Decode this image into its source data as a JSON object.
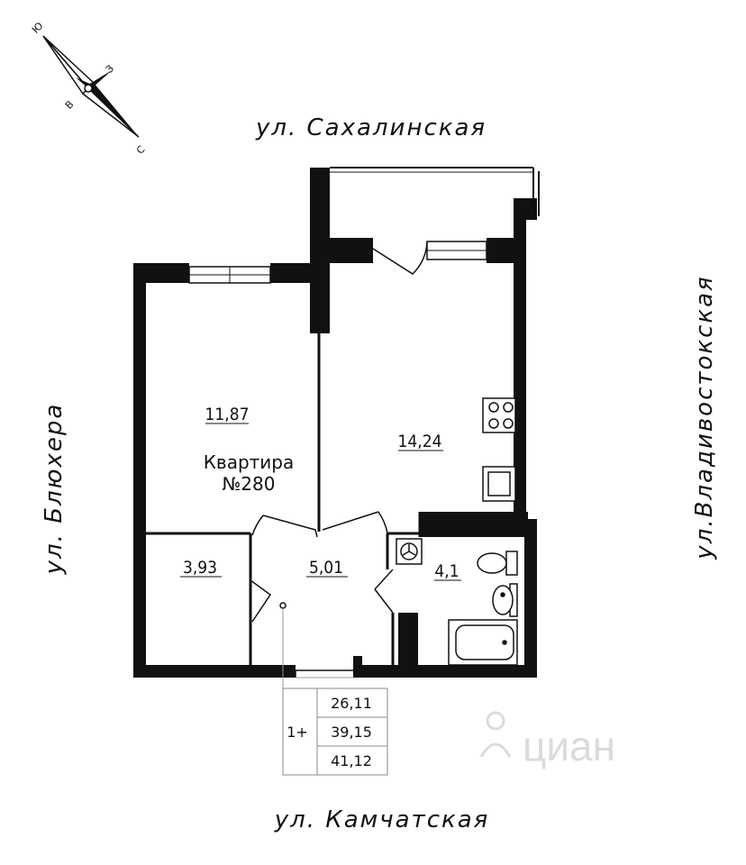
{
  "compass": {
    "north": "С",
    "south": "Ю",
    "east": "В",
    "west": "З"
  },
  "streets": {
    "top": "ул. Сахалинская",
    "bottom": "ул. Камчатская",
    "left": "ул. Блюхера",
    "right": "ул.Владивостокская"
  },
  "rooms": [
    {
      "id": "bedroom",
      "area": "11,87"
    },
    {
      "id": "living-kitchen",
      "area": "14,24"
    },
    {
      "id": "storage",
      "area": "3,93"
    },
    {
      "id": "hall",
      "area": "5,01"
    },
    {
      "id": "bathroom",
      "area": "4,1"
    }
  ],
  "apartment": {
    "label": "Квартира",
    "number": "№280"
  },
  "summary": {
    "rooms": "1+",
    "living_area": "26,11",
    "total_area": "39,15",
    "total_with_balcony": "41,12"
  },
  "watermark": "циан"
}
